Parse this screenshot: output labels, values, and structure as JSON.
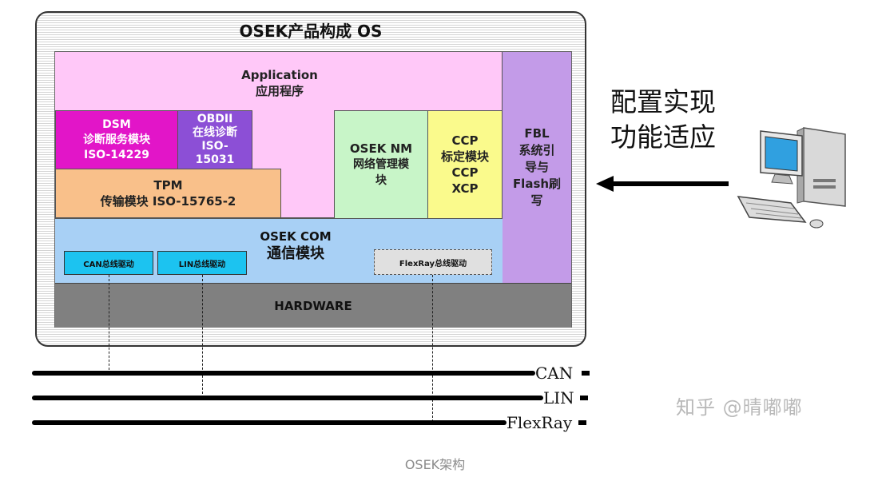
{
  "os_title": "OSEK产品构成 OS",
  "application": {
    "line1": "Application",
    "line2": "应用程序"
  },
  "dsm": {
    "line1": "DSM",
    "line2": "诊断服务模块",
    "line3": "ISO-14229"
  },
  "obd": {
    "line1": "OBDII",
    "line2": "在线诊断",
    "line3": "ISO-",
    "line4": "15031"
  },
  "tpm": {
    "line1": "TPM",
    "line2": "传输模块 ISO-15765-2"
  },
  "osek_nm": {
    "line1": "OSEK NM",
    "line2": "网络管理模",
    "line3": "块"
  },
  "ccp": {
    "line1": "CCP",
    "line2": "标定模块",
    "line3": "CCP",
    "line4": "XCP"
  },
  "fbl": {
    "line1": "FBL",
    "line2": "系统引",
    "line3": "导与",
    "line4": "Flash刷",
    "line5": "写"
  },
  "osek_com": {
    "line1": "OSEK COM",
    "line2": "通信模块",
    "drivers": [
      "CAN总线驱动",
      "LIN总线驱动",
      "FlexRay总线驱动"
    ]
  },
  "hardware": "HARDWARE",
  "buses": [
    "CAN",
    "LIN",
    "FlexRay"
  ],
  "config": {
    "line1": "配置实现",
    "line2": "功能适应"
  },
  "watermark": "知乎 @晴嘟嘟",
  "caption": "OSEK架构",
  "icons": {
    "computer": "desktop-computer-icon",
    "arrow": "left-arrow-icon"
  },
  "colors": {
    "application": "#ffc8f8",
    "dsm": "#e215c8",
    "obd": "#8c4fd6",
    "tpm": "#f9c08a",
    "osek_nm": "#c8f5c8",
    "ccp": "#fafa8c",
    "fbl": "#c39be8",
    "osek_com": "#a8d0f5",
    "driver": "#1cc3f0",
    "hardware": "#808080"
  }
}
